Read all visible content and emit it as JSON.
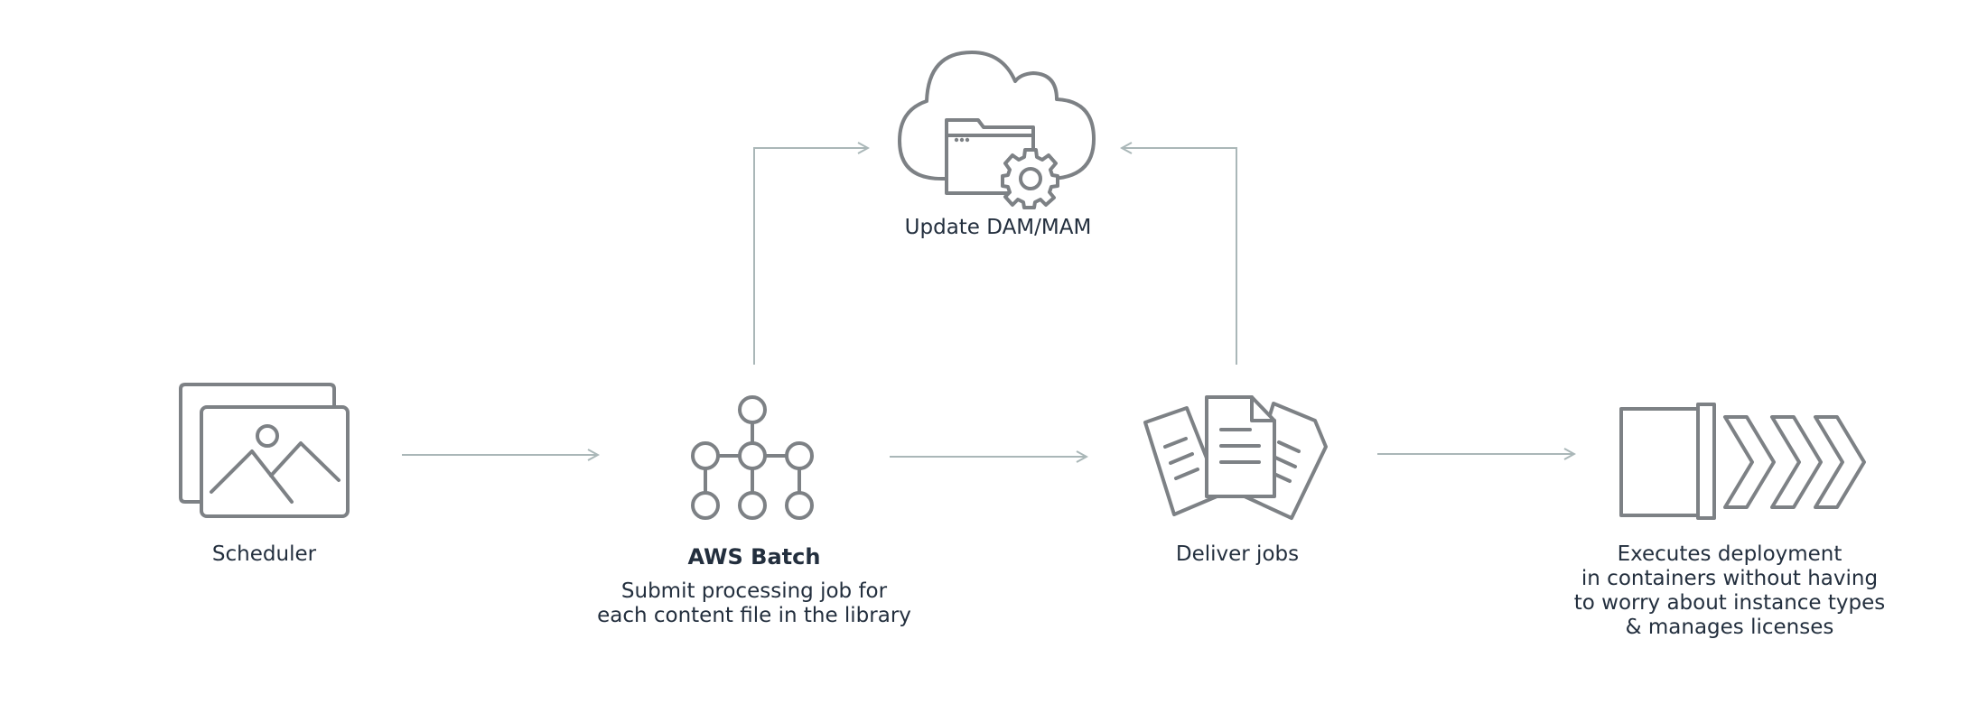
{
  "nodes": {
    "scheduler": {
      "label": "Scheduler"
    },
    "aws_batch": {
      "title": "AWS Batch",
      "desc_line1": "Submit processing job for",
      "desc_line2": "each content file in the library"
    },
    "deliver_jobs": {
      "label": "Deliver jobs"
    },
    "update_dam": {
      "label": "Update DAM/MAM"
    },
    "executes": {
      "line1": "Executes deployment",
      "line2": "in containers without having",
      "line3": "to worry about instance types",
      "line4": "& manages licenses"
    }
  },
  "icons": [
    "images-icon",
    "network-graph-icon",
    "documents-icon",
    "cloud-folder-gear-icon",
    "container-chevrons-icon"
  ],
  "colors": {
    "icon_stroke": "#7d8185",
    "arrow": "#aab7b8",
    "text": "#232f3e",
    "background": "#ffffff"
  }
}
